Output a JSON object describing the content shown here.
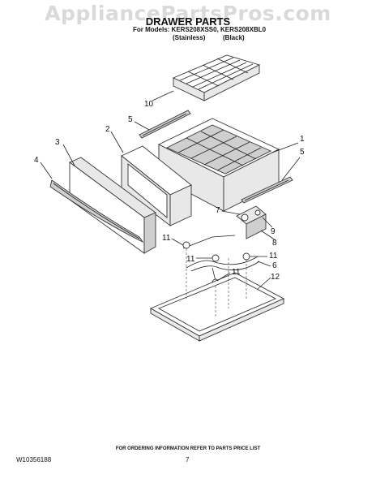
{
  "watermark": "AppliancePartsPros.com",
  "title": "DRAWER PARTS",
  "models_line": "For Models: KERS208XSS0, KERS208XBL0",
  "finish_stainless": "(Stainless)",
  "finish_black": "(Black)",
  "callouts": [
    {
      "id": "c10",
      "text": "10"
    },
    {
      "id": "c5a",
      "text": "5"
    },
    {
      "id": "c2",
      "text": "2"
    },
    {
      "id": "c3",
      "text": "3"
    },
    {
      "id": "c4",
      "text": "4"
    },
    {
      "id": "c1",
      "text": "1"
    },
    {
      "id": "c5b",
      "text": "5"
    },
    {
      "id": "c7",
      "text": "7"
    },
    {
      "id": "c9",
      "text": "9"
    },
    {
      "id": "c8",
      "text": "8"
    },
    {
      "id": "c11a",
      "text": "11"
    },
    {
      "id": "c11b",
      "text": "11"
    },
    {
      "id": "c11c",
      "text": "11"
    },
    {
      "id": "c11d",
      "text": "11"
    },
    {
      "id": "c6",
      "text": "6"
    },
    {
      "id": "c12",
      "text": "12"
    }
  ],
  "footer_note": "FOR ORDERING INFORMATION REFER TO PARTS PRICE LIST",
  "document_number": "W10356188",
  "page_number": "7"
}
